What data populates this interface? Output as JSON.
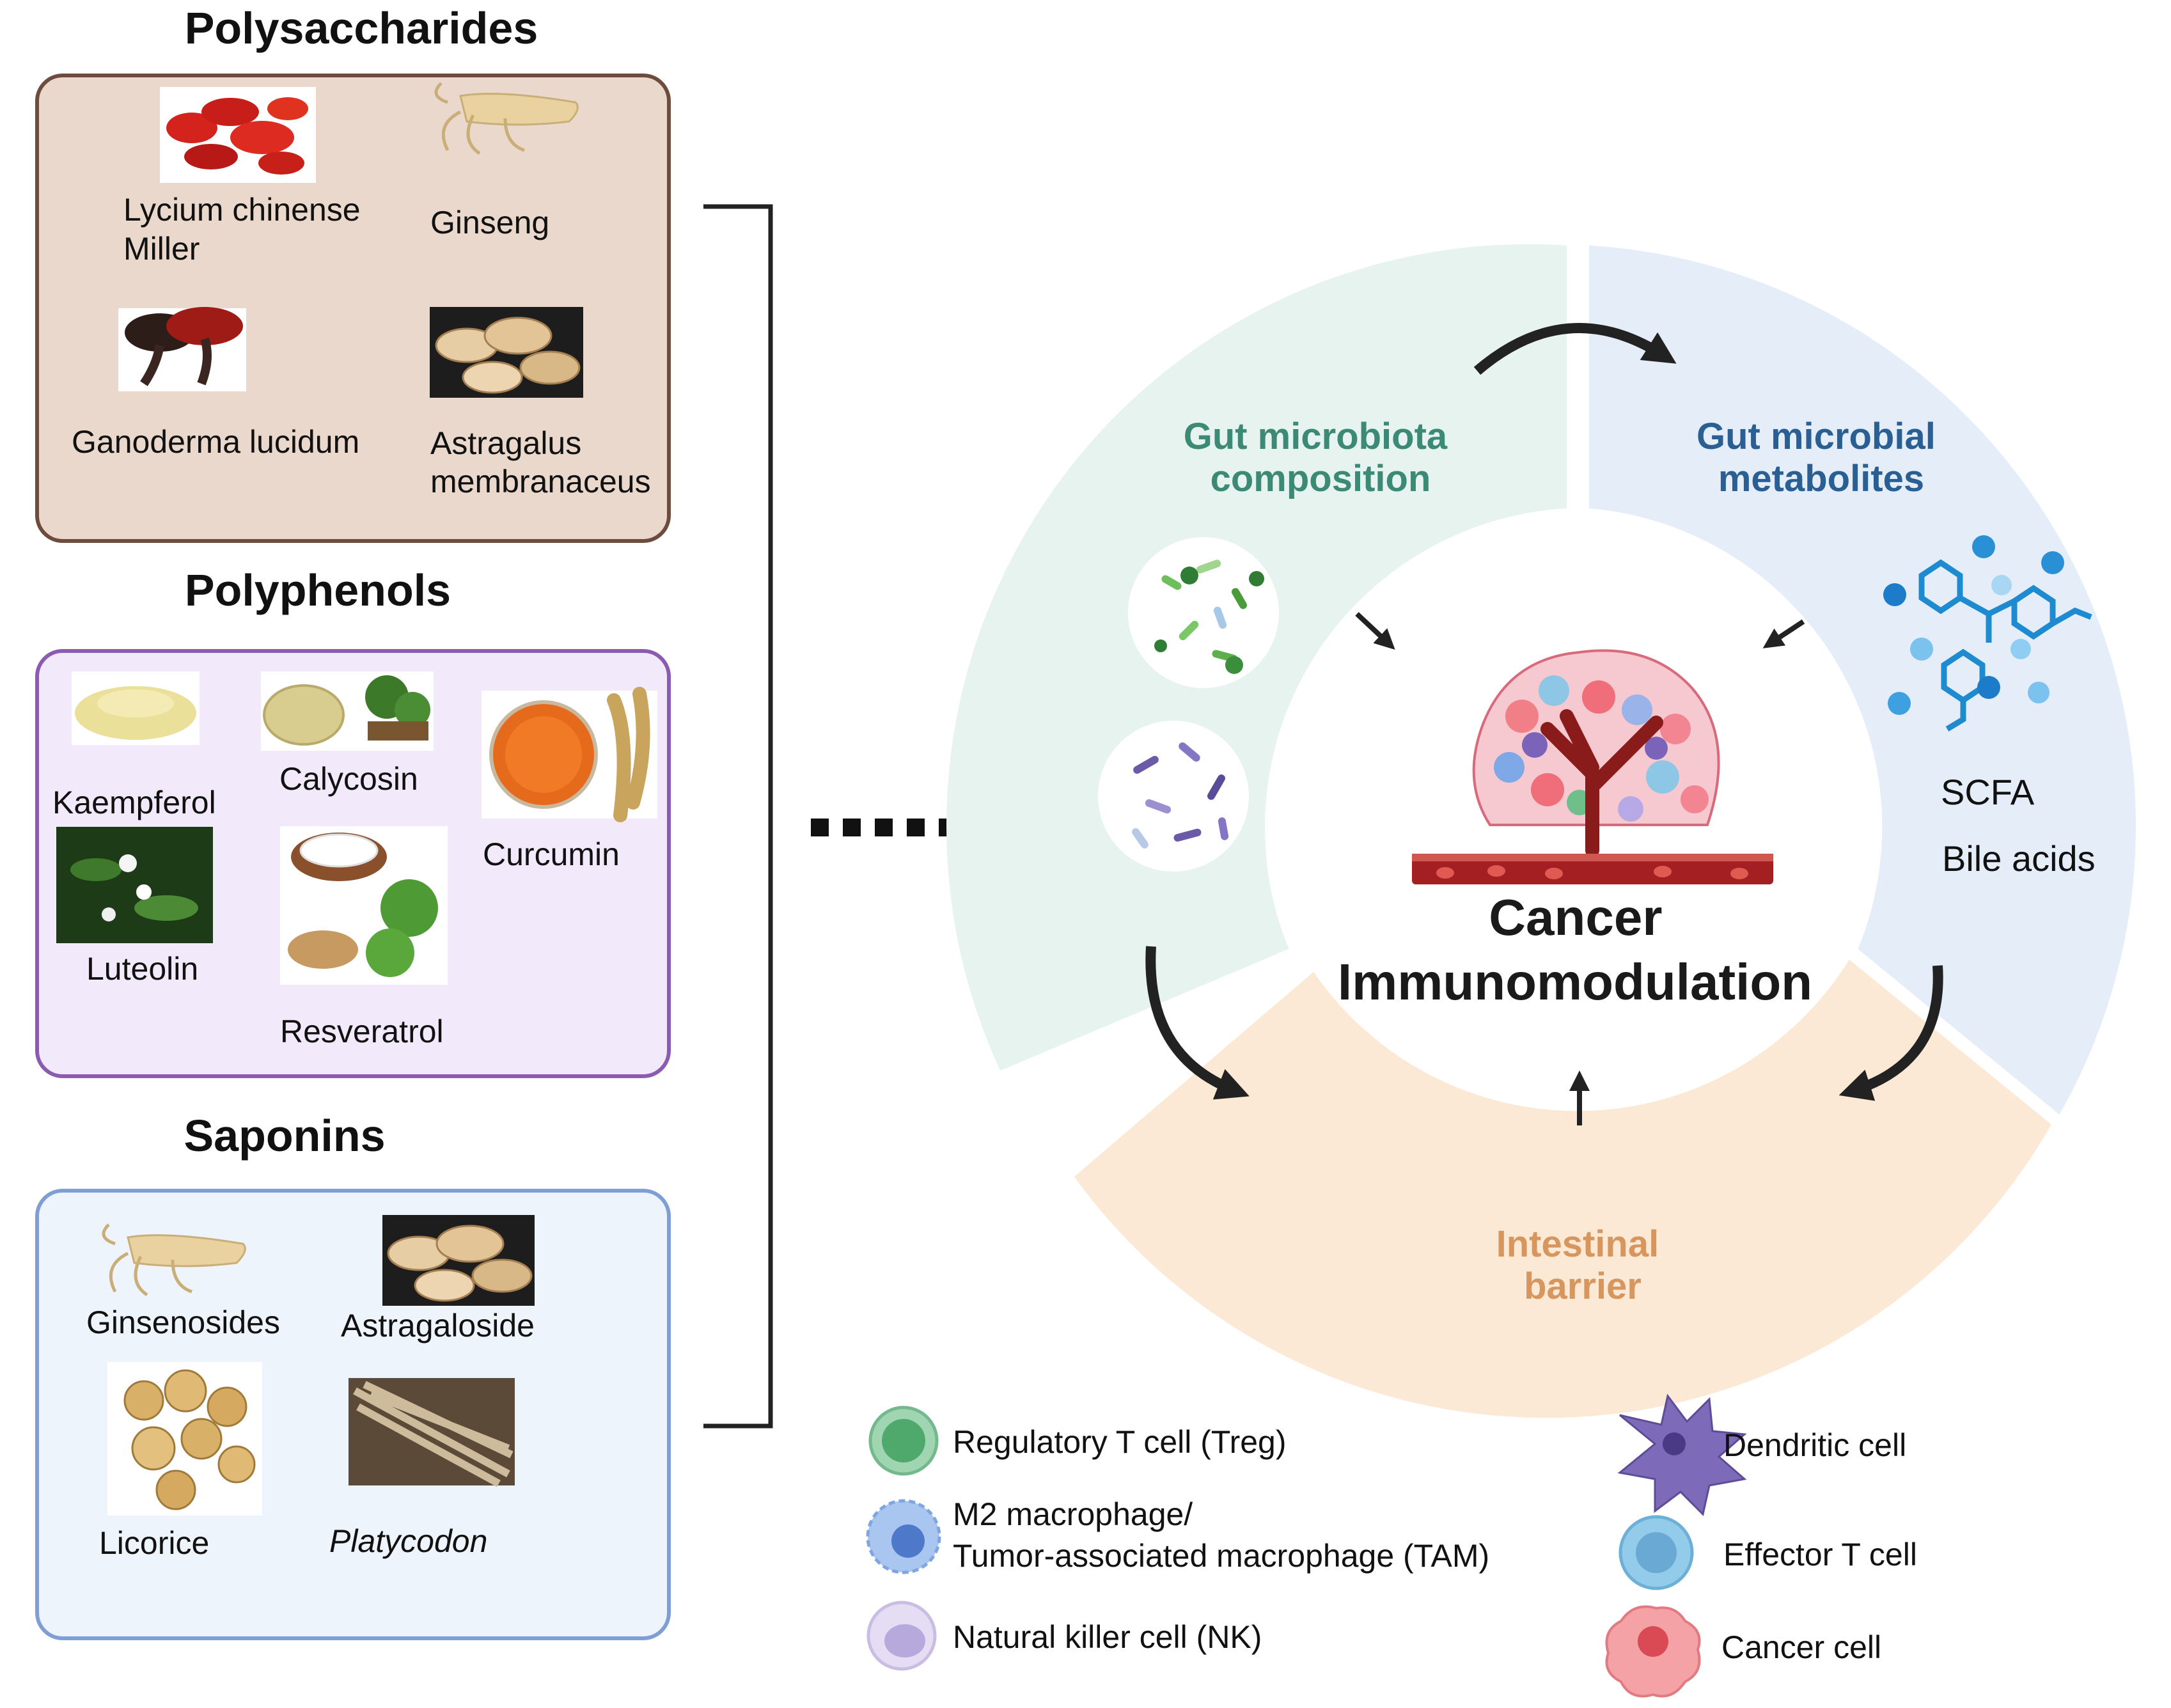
{
  "groups": {
    "polysaccharides": {
      "title": "Polysaccharides",
      "items": [
        {
          "lines": [
            "Lycium chinense",
            "Miller"
          ]
        },
        {
          "lines": [
            "Ginseng"
          ]
        },
        {
          "lines": [
            "Ganoderma lucidum"
          ]
        },
        {
          "lines": [
            "Astragalus",
            "membranaceus"
          ]
        }
      ]
    },
    "polyphenols": {
      "title": "Polyphenols",
      "items": [
        "Kaempferol",
        "Calycosin",
        "Curcumin",
        "Luteolin",
        "Resveratrol"
      ]
    },
    "saponins": {
      "title": "Saponins",
      "items": [
        "Ginsenosides",
        "Astragaloside",
        "Licorice",
        "Platycodon"
      ]
    }
  },
  "wheel": {
    "segments": {
      "composition": [
        "Gut microbiota",
        "composition"
      ],
      "metabolites": [
        "Gut microbial",
        "metabolites"
      ],
      "barrier": [
        "Intestinal",
        "barrier"
      ]
    },
    "metabolite_list": [
      "SCFA",
      "Bile acids"
    ],
    "center": [
      "Cancer",
      "Immunomodulation"
    ]
  },
  "legend": {
    "left": [
      {
        "lines": [
          "Regulatory T cell (Treg)"
        ],
        "icon": "treg-cell-icon"
      },
      {
        "lines": [
          "M2 macrophage/",
          "Tumor-associated macrophage (TAM)"
        ],
        "icon": "macrophage-icon"
      },
      {
        "lines": [
          "Natural killer cell (NK)"
        ],
        "icon": "nk-cell-icon"
      }
    ],
    "right": [
      {
        "lines": [
          "Dendritic cell"
        ],
        "icon": "dendritic-cell-icon"
      },
      {
        "lines": [
          "Effector T cell"
        ],
        "icon": "effector-t-cell-icon"
      },
      {
        "lines": [
          "Cancer cell"
        ],
        "icon": "cancer-cell-icon"
      }
    ]
  },
  "colors": {
    "polysaccharides_fill": "#e9d8cb",
    "polysaccharides_border": "#6d4c3d",
    "polyphenols_fill": "#f2eafb",
    "polyphenols_border": "#8a5bb0",
    "saponins_fill": "#eef4fb",
    "saponins_border": "#7f9fd4",
    "composition_fill": "#e6f3ee",
    "composition_text": "#3c8a76",
    "metabolites_fill": "#e5eef8",
    "metabolites_text": "#2a5f94",
    "barrier_fill": "#fbe9d6",
    "barrier_text": "#d7965e",
    "arrow": "#222222"
  }
}
